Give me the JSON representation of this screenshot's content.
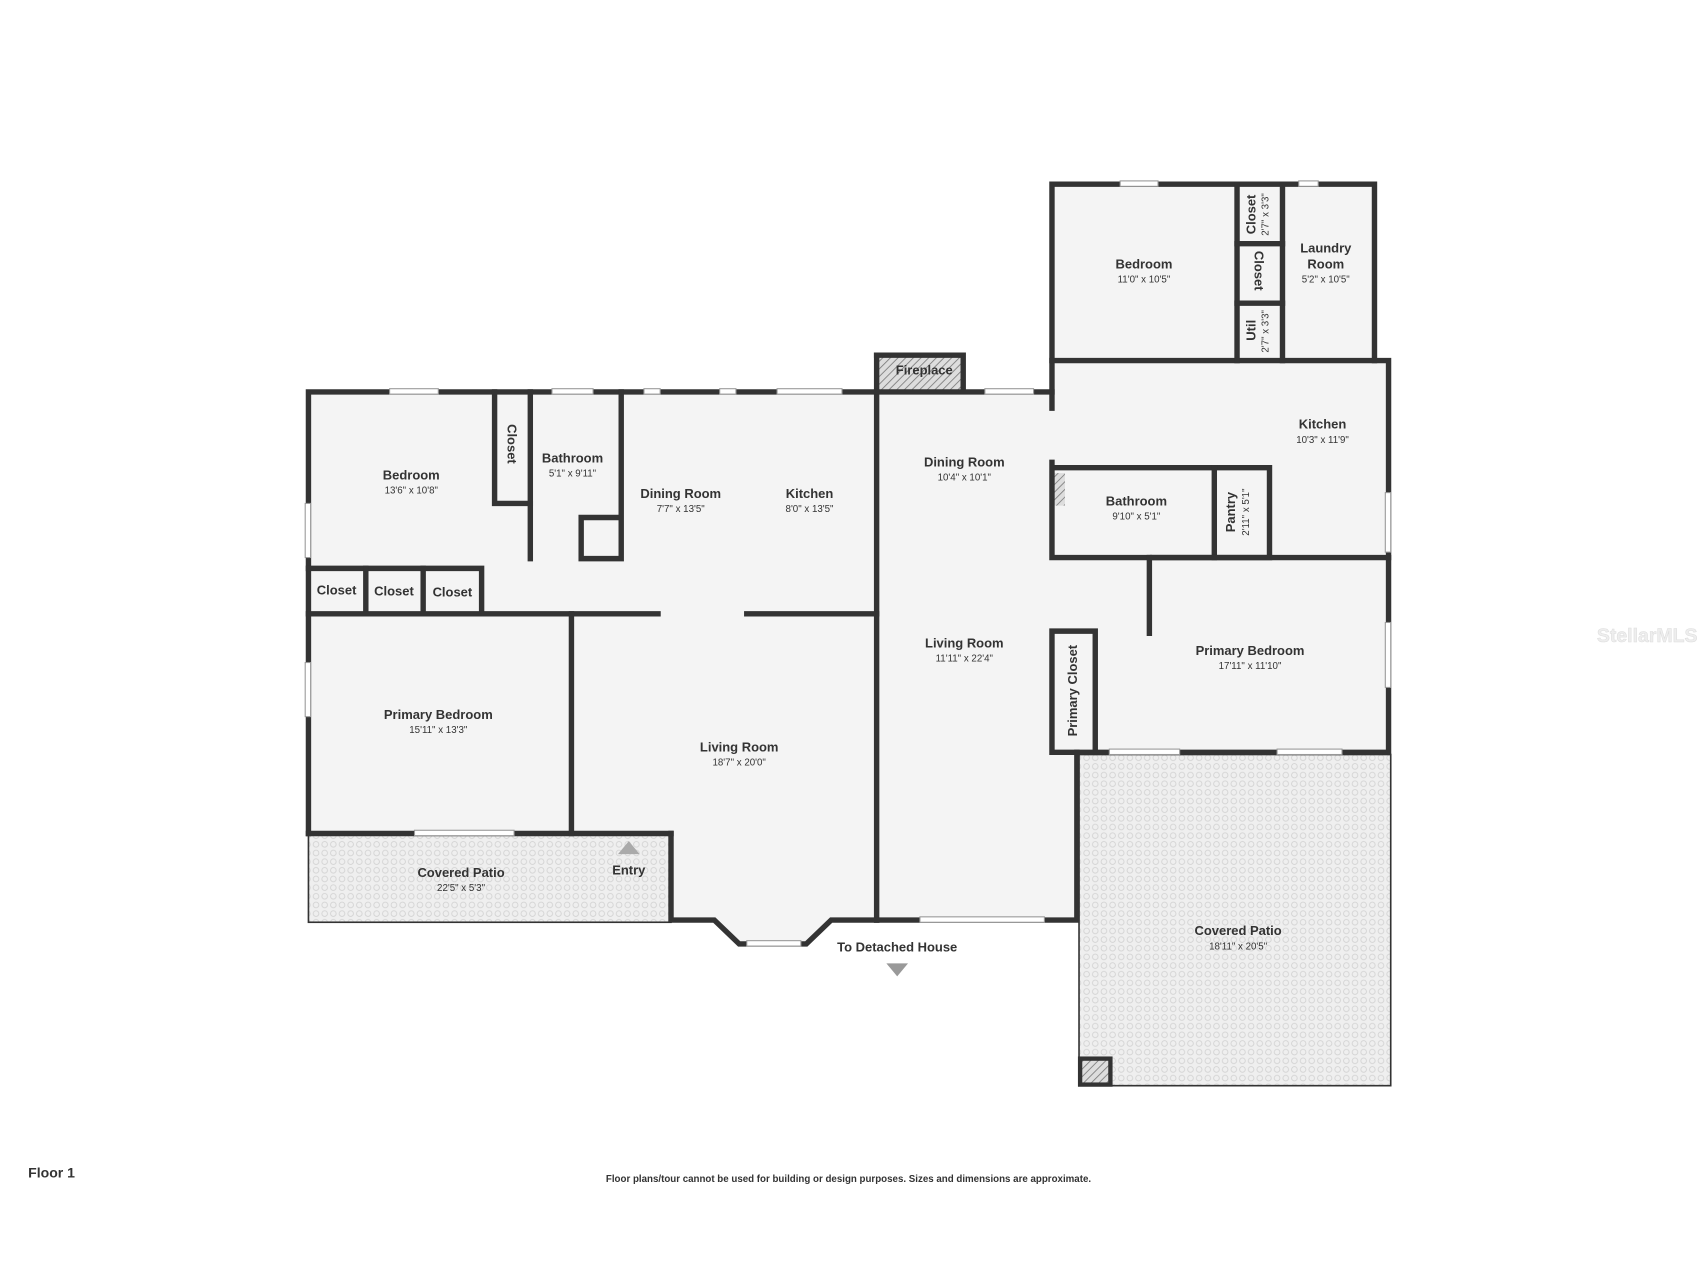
{
  "floor_label": "Floor 1",
  "disclaimer": "Floor plans/tour cannot be used for building or design purposes. Sizes and dimensions are approximate.",
  "watermark": "StellarMLS",
  "colors": {
    "wall": "#333333",
    "floor": "#f4f4f4",
    "patio": "#e9e9e9"
  },
  "rooms": {
    "bedroom_w": {
      "name": "Bedroom",
      "dim": "13'6\" x 10'8\""
    },
    "closet_w": {
      "name": "Closet"
    },
    "bathroom_w": {
      "name": "Bathroom",
      "dim": "5'1\" x 9'11\""
    },
    "dining_w": {
      "name": "Dining Room",
      "dim": "7'7\" x 13'5\""
    },
    "kitchen_w": {
      "name": "Kitchen",
      "dim": "8'0\" x 13'5\""
    },
    "closet_a": {
      "name": "Closet"
    },
    "closet_b": {
      "name": "Closet"
    },
    "closet_c": {
      "name": "Closet"
    },
    "primary_bedroom_w": {
      "name": "Primary Bedroom",
      "dim": "15'11\" x 13'3\""
    },
    "living_w": {
      "name": "Living Room",
      "dim": "18'7\" x 20'0\""
    },
    "patio_w": {
      "name": "Covered Patio",
      "dim": "22'5\" x 5'3\""
    },
    "entry": {
      "name": "Entry"
    },
    "fireplace": {
      "name": "Fireplace"
    },
    "dining_e": {
      "name": "Dining Room",
      "dim": "10'4\" x 10'1\""
    },
    "living_e": {
      "name": "Living Room",
      "dim": "11'11\" x 22'4\""
    },
    "bedroom_e": {
      "name": "Bedroom",
      "dim": "11'0\" x 10'5\""
    },
    "closet_e1": {
      "name": "Closet",
      "dim": "2'7\" x 3'3\""
    },
    "closet_e2": {
      "name": "Closet"
    },
    "util": {
      "name": "Util",
      "dim": "2'7\" x 3'3\""
    },
    "laundry": {
      "name1": "Laundry",
      "name2": "Room",
      "dim": "5'2\" x 10'5\""
    },
    "kitchen_e": {
      "name": "Kitchen",
      "dim": "10'3\" x 11'9\""
    },
    "bathroom_e": {
      "name": "Bathroom",
      "dim": "9'10\" x 5'1\""
    },
    "pantry": {
      "name": "Pantry",
      "dim": "2'11\" x 5'1\""
    },
    "primary_bedroom_e": {
      "name": "Primary Bedroom",
      "dim": "17'11\" x 11'10\""
    },
    "primary_closet": {
      "name": "Primary Closet"
    },
    "patio_e": {
      "name": "Covered Patio",
      "dim": "18'11\" x 20'5\""
    }
  },
  "to_detached": "To Detached House"
}
